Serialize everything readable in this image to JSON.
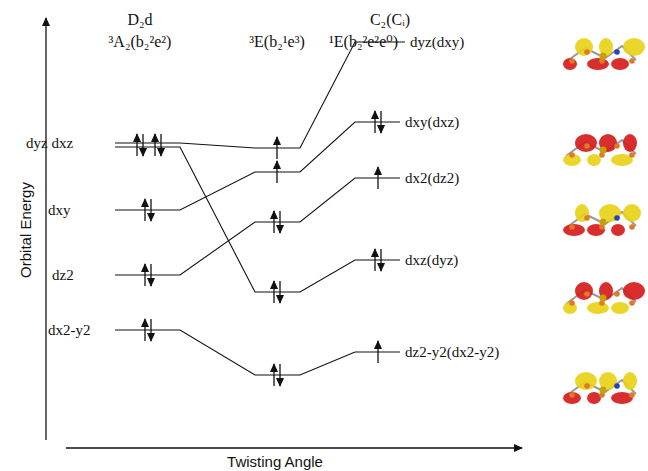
{
  "diagram": {
    "labels": [
      "D₂d",
      "³A₂(b₂²e²)",
      "³E(b₂¹e³)",
      "C₂(Cᵢ)",
      "¹E(b₂²e²e⁰)",
      "dyz dxz",
      "dxy",
      "dz2",
      "dx2-y2",
      "dyz(dxy)",
      "dxy(dxz)",
      "dx2(dz2)",
      "dxz(dyz)",
      "dz2-y2(dx2-y2)",
      "Orbital Energy",
      "Twisting Angle"
    ]
  }
}
